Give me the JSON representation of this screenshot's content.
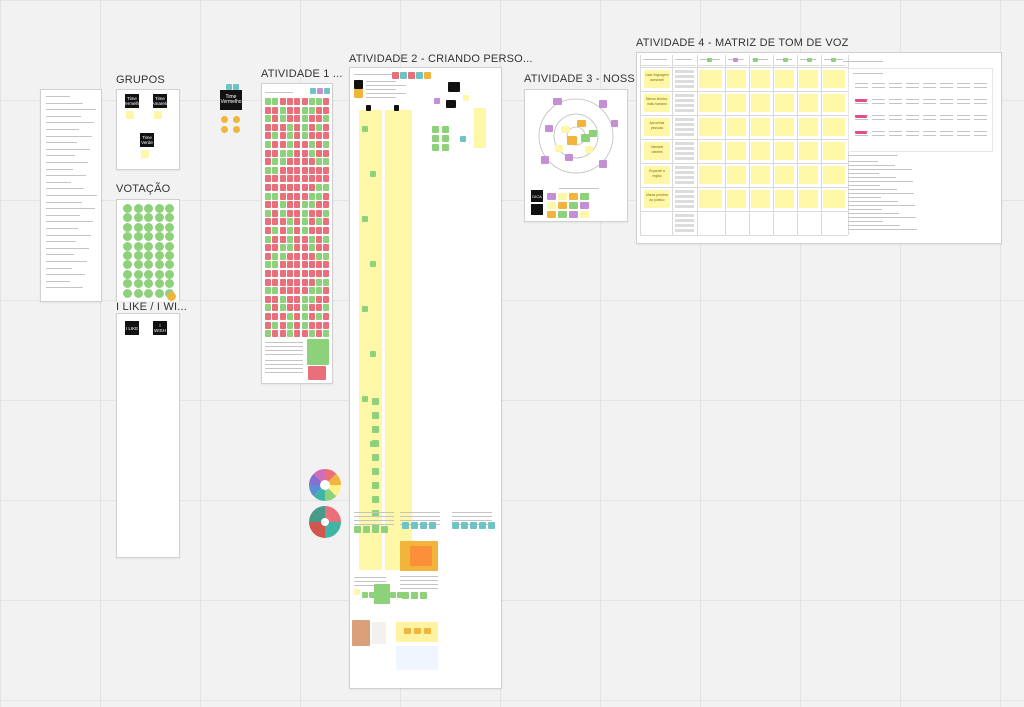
{
  "board": {
    "frames": {
      "grupos": "GRUPOS",
      "votacao": "VOTAÇÃO",
      "ilike": "I LIKE / I WI...",
      "atividade1": "ATIVIDADE 1 ...",
      "atividade2": "ATIVIDADE 2 - CRIANDO PERSO...",
      "atividade3": "ATIVIDADE 3 - NOSS...",
      "atividade4": "ATIVIDADE 4 - MATRIZ DE TOM DE VOZ"
    },
    "group_cards": [
      "Time Vermelho",
      "Time Amarelo",
      "Time Verde"
    ],
    "team_card": "Time Vermelho",
    "ilike_cards": [
      "I LIKE",
      "I WISH"
    ],
    "atividade3": {
      "dica": "DICA"
    },
    "atividade4": {
      "row_labels": [
        "Usar linguagem acessível",
        "Menos técnico, mais humano",
        "Aproximar pessoas",
        "Valorizar clientes",
        "Expandir a região",
        "Marca próxima ao público"
      ]
    }
  },
  "colors": {
    "sticky_yellow": "#fff7a8",
    "sticky_red": "#e9707a",
    "sticky_green": "#8ed17b",
    "sticky_teal": "#6ec3c4",
    "sticky_purple": "#c58fd6",
    "sticky_orange": "#f2b53b",
    "card_black": "#111111"
  }
}
